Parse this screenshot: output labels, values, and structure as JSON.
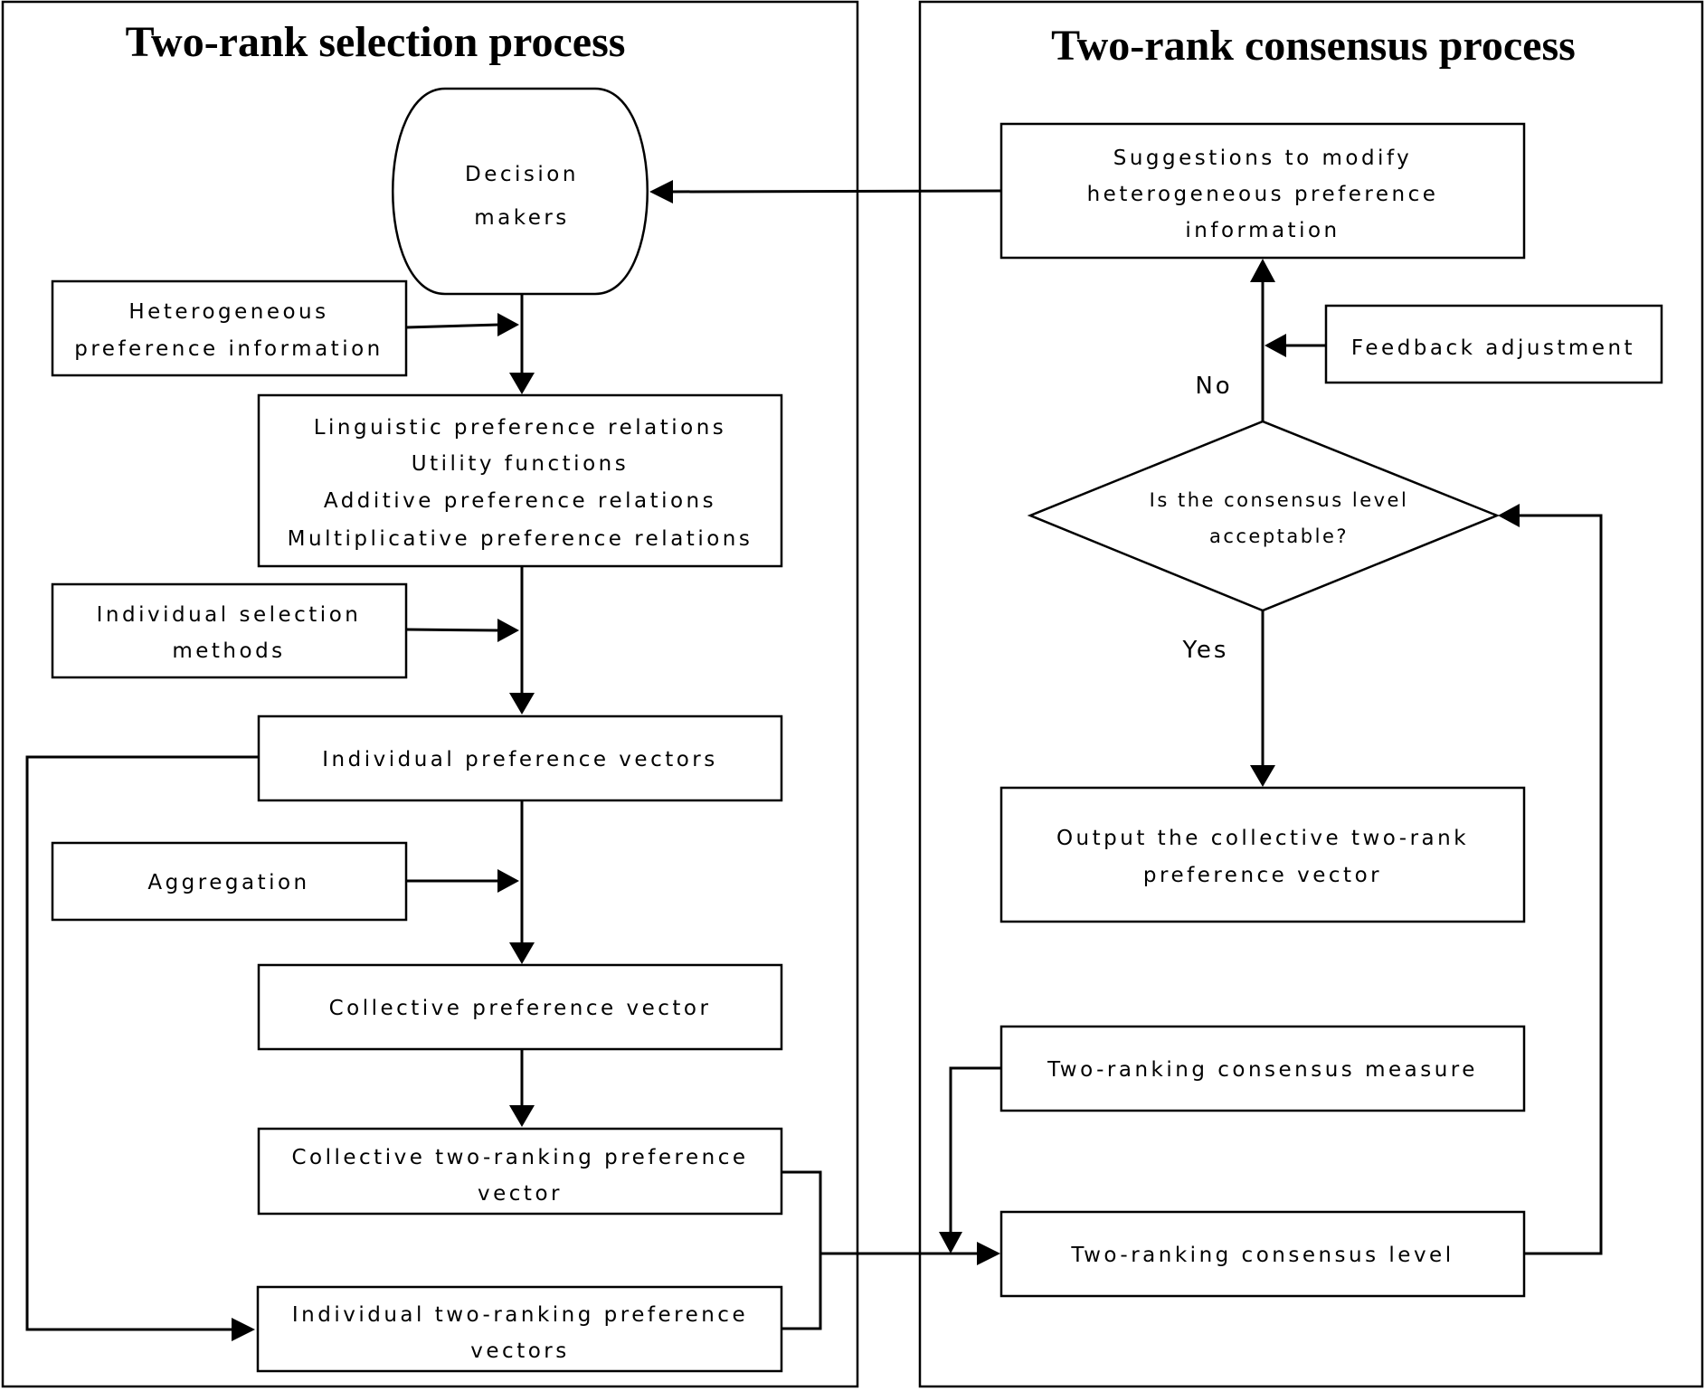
{
  "panels": {
    "left_title": "Two-rank selection process",
    "right_title": "Two-rank consensus process"
  },
  "nodes": {
    "decision_makers": [
      "Decision",
      "makers"
    ],
    "heterogeneous_info": [
      "Heterogeneous",
      "preference information"
    ],
    "relation_types": [
      "Linguistic preference relations",
      "Utility functions",
      "Additive preference relations",
      "Multiplicative preference relations"
    ],
    "individual_methods": [
      "Individual selection",
      "methods"
    ],
    "individual_vectors": [
      "Individual preference vectors"
    ],
    "aggregation": [
      "Aggregation"
    ],
    "collective_vector": [
      "Collective preference vector"
    ],
    "collective_two_ranking": [
      "Collective two-ranking preference",
      "vector"
    ],
    "individual_two_ranking": [
      "Individual two-ranking preference",
      "vectors"
    ],
    "suggestions": [
      "Suggestions to modify",
      "heterogeneous preference",
      "information"
    ],
    "feedback": [
      "Feedback adjustment"
    ],
    "decision_question": [
      "Is the consensus level",
      "acceptable?"
    ],
    "output": [
      "Output the collective two-rank",
      "preference vector"
    ],
    "consensus_measure": [
      "Two-ranking consensus measure"
    ],
    "consensus_level": [
      "Two-ranking consensus level"
    ]
  },
  "edge_labels": {
    "no": "No",
    "yes": "Yes"
  }
}
